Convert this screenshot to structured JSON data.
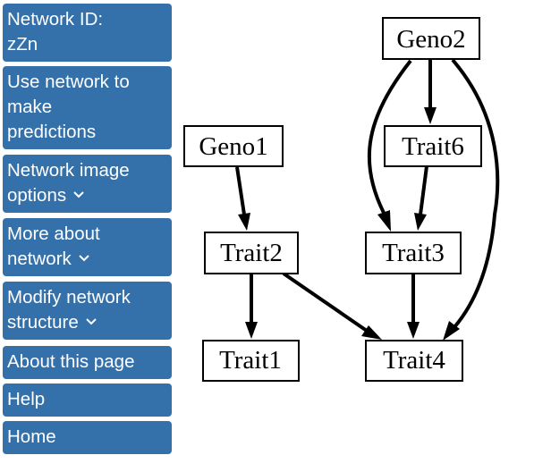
{
  "sidebar": {
    "network_id": {
      "line1": "Network ID:",
      "line2": "zZn"
    },
    "predictions": {
      "line1": "Use network to",
      "line2": "make",
      "line3": "predictions"
    },
    "image_options": {
      "line1": "Network image",
      "line2": "options"
    },
    "more_about": {
      "line1": "More about",
      "line2": "network"
    },
    "modify": {
      "line1": "Modify network",
      "line2": "structure"
    },
    "about_page": "About this page",
    "help": "Help",
    "home": "Home"
  },
  "graph": {
    "nodes": {
      "geno2": "Geno2",
      "geno1": "Geno1",
      "trait6": "Trait6",
      "trait2": "Trait2",
      "trait3": "Trait3",
      "trait1": "Trait1",
      "trait4": "Trait4"
    },
    "edges": [
      [
        "Geno2",
        "Trait6"
      ],
      [
        "Geno2",
        "Trait3"
      ],
      [
        "Geno2",
        "Trait4"
      ],
      [
        "Geno1",
        "Trait2"
      ],
      [
        "Trait6",
        "Trait3"
      ],
      [
        "Trait2",
        "Trait1"
      ],
      [
        "Trait2",
        "Trait4"
      ],
      [
        "Trait3",
        "Trait4"
      ]
    ]
  },
  "icons": {
    "chevron": "chevron-down-icon"
  },
  "colors": {
    "nav_background": "#3470a9",
    "nav_text": "#ffffff",
    "graph_stroke": "#000000"
  }
}
